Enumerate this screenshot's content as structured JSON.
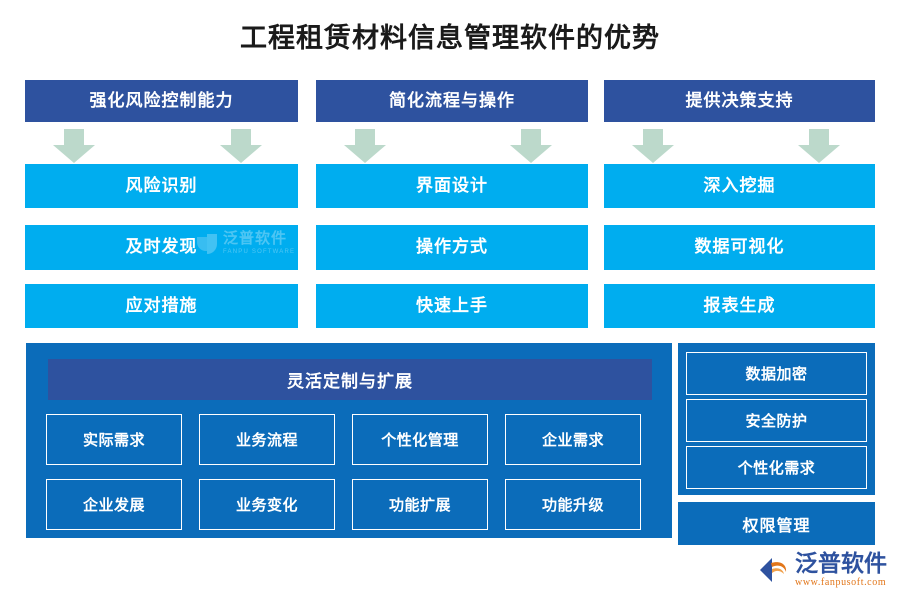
{
  "page": {
    "title": "工程租赁材料信息管理软件的优势",
    "background": "#ffffff"
  },
  "colors": {
    "header_blue": "#2e529f",
    "stage_blue": "#00ADEF",
    "panel_blue": "#0b6cba",
    "arrow_green": "#bcd9cb",
    "title_text": "#1a1a1a",
    "brand_blue": "#2e529f",
    "brand_orange": "#e2761a"
  },
  "columns": [
    {
      "header": "强化风险控制能力",
      "arrow_icon": "down-arrow-icon",
      "stages": [
        "风险识别",
        "及时发现",
        "应对措施"
      ]
    },
    {
      "header": "简化流程与操作",
      "arrow_icon": "down-arrow-icon",
      "stages": [
        "界面设计",
        "操作方式",
        "快速上手"
      ]
    },
    {
      "header": "提供决策支持",
      "arrow_icon": "down-arrow-icon",
      "stages": [
        "深入挖掘",
        "数据可视化",
        "报表生成"
      ]
    }
  ],
  "bottom": {
    "left_panel": {
      "title": "灵活定制与扩展",
      "cells_row1": [
        "实际需求",
        "业务流程",
        "个性化管理",
        "企业需求"
      ],
      "cells_row2": [
        "企业发展",
        "业务变化",
        "功能扩展",
        "功能升级"
      ]
    },
    "right_panel": {
      "cells": [
        "数据加密",
        "安全防护",
        "个性化需求"
      ],
      "standalone": "权限管理"
    }
  },
  "watermark": {
    "icon": "fanpu-watermark-icon",
    "cn": "泛普软件",
    "en": "FANPU SOFTWARE"
  },
  "brand": {
    "icon": "fanpu-logo-icon",
    "cn": "泛普软件",
    "url": "www.fanpusoft.com"
  }
}
